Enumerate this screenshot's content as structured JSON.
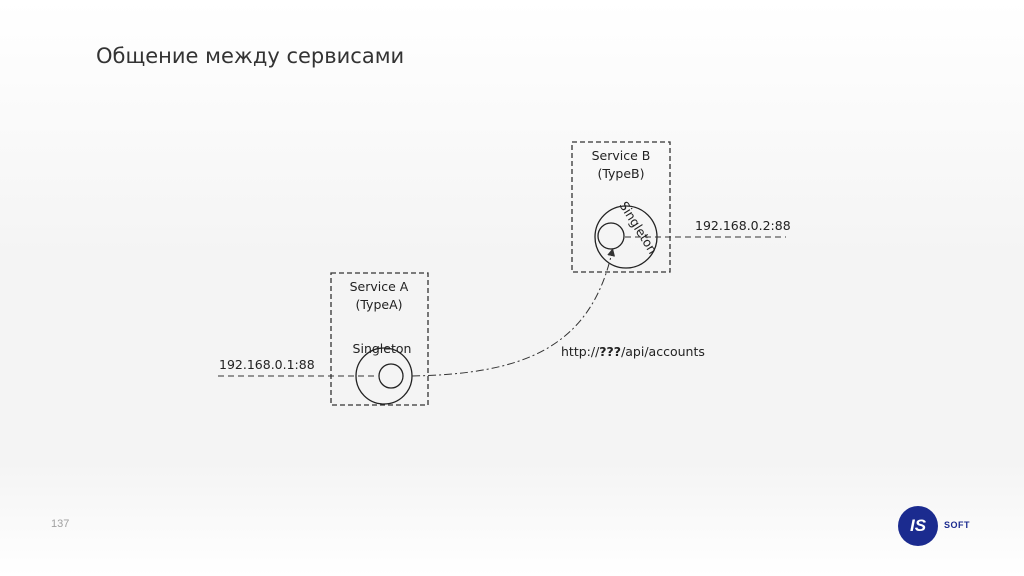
{
  "slide": {
    "title": "Общение между сервисами",
    "page_number": "137"
  },
  "diagram": {
    "service_a": {
      "name": "Service A",
      "type": "(TypeA)",
      "scope": "Singleton",
      "address": "192.168.0.1:88"
    },
    "service_b": {
      "name": "Service B",
      "type": "(TypeB)",
      "scope": "Singleton",
      "address": "192.168.0.2:88"
    },
    "request": {
      "prefix": "http://",
      "host": "???",
      "path": "/api/accounts"
    }
  },
  "logo": {
    "mark": "IS",
    "word": "SOFT",
    "color": "#1b2b8f"
  }
}
